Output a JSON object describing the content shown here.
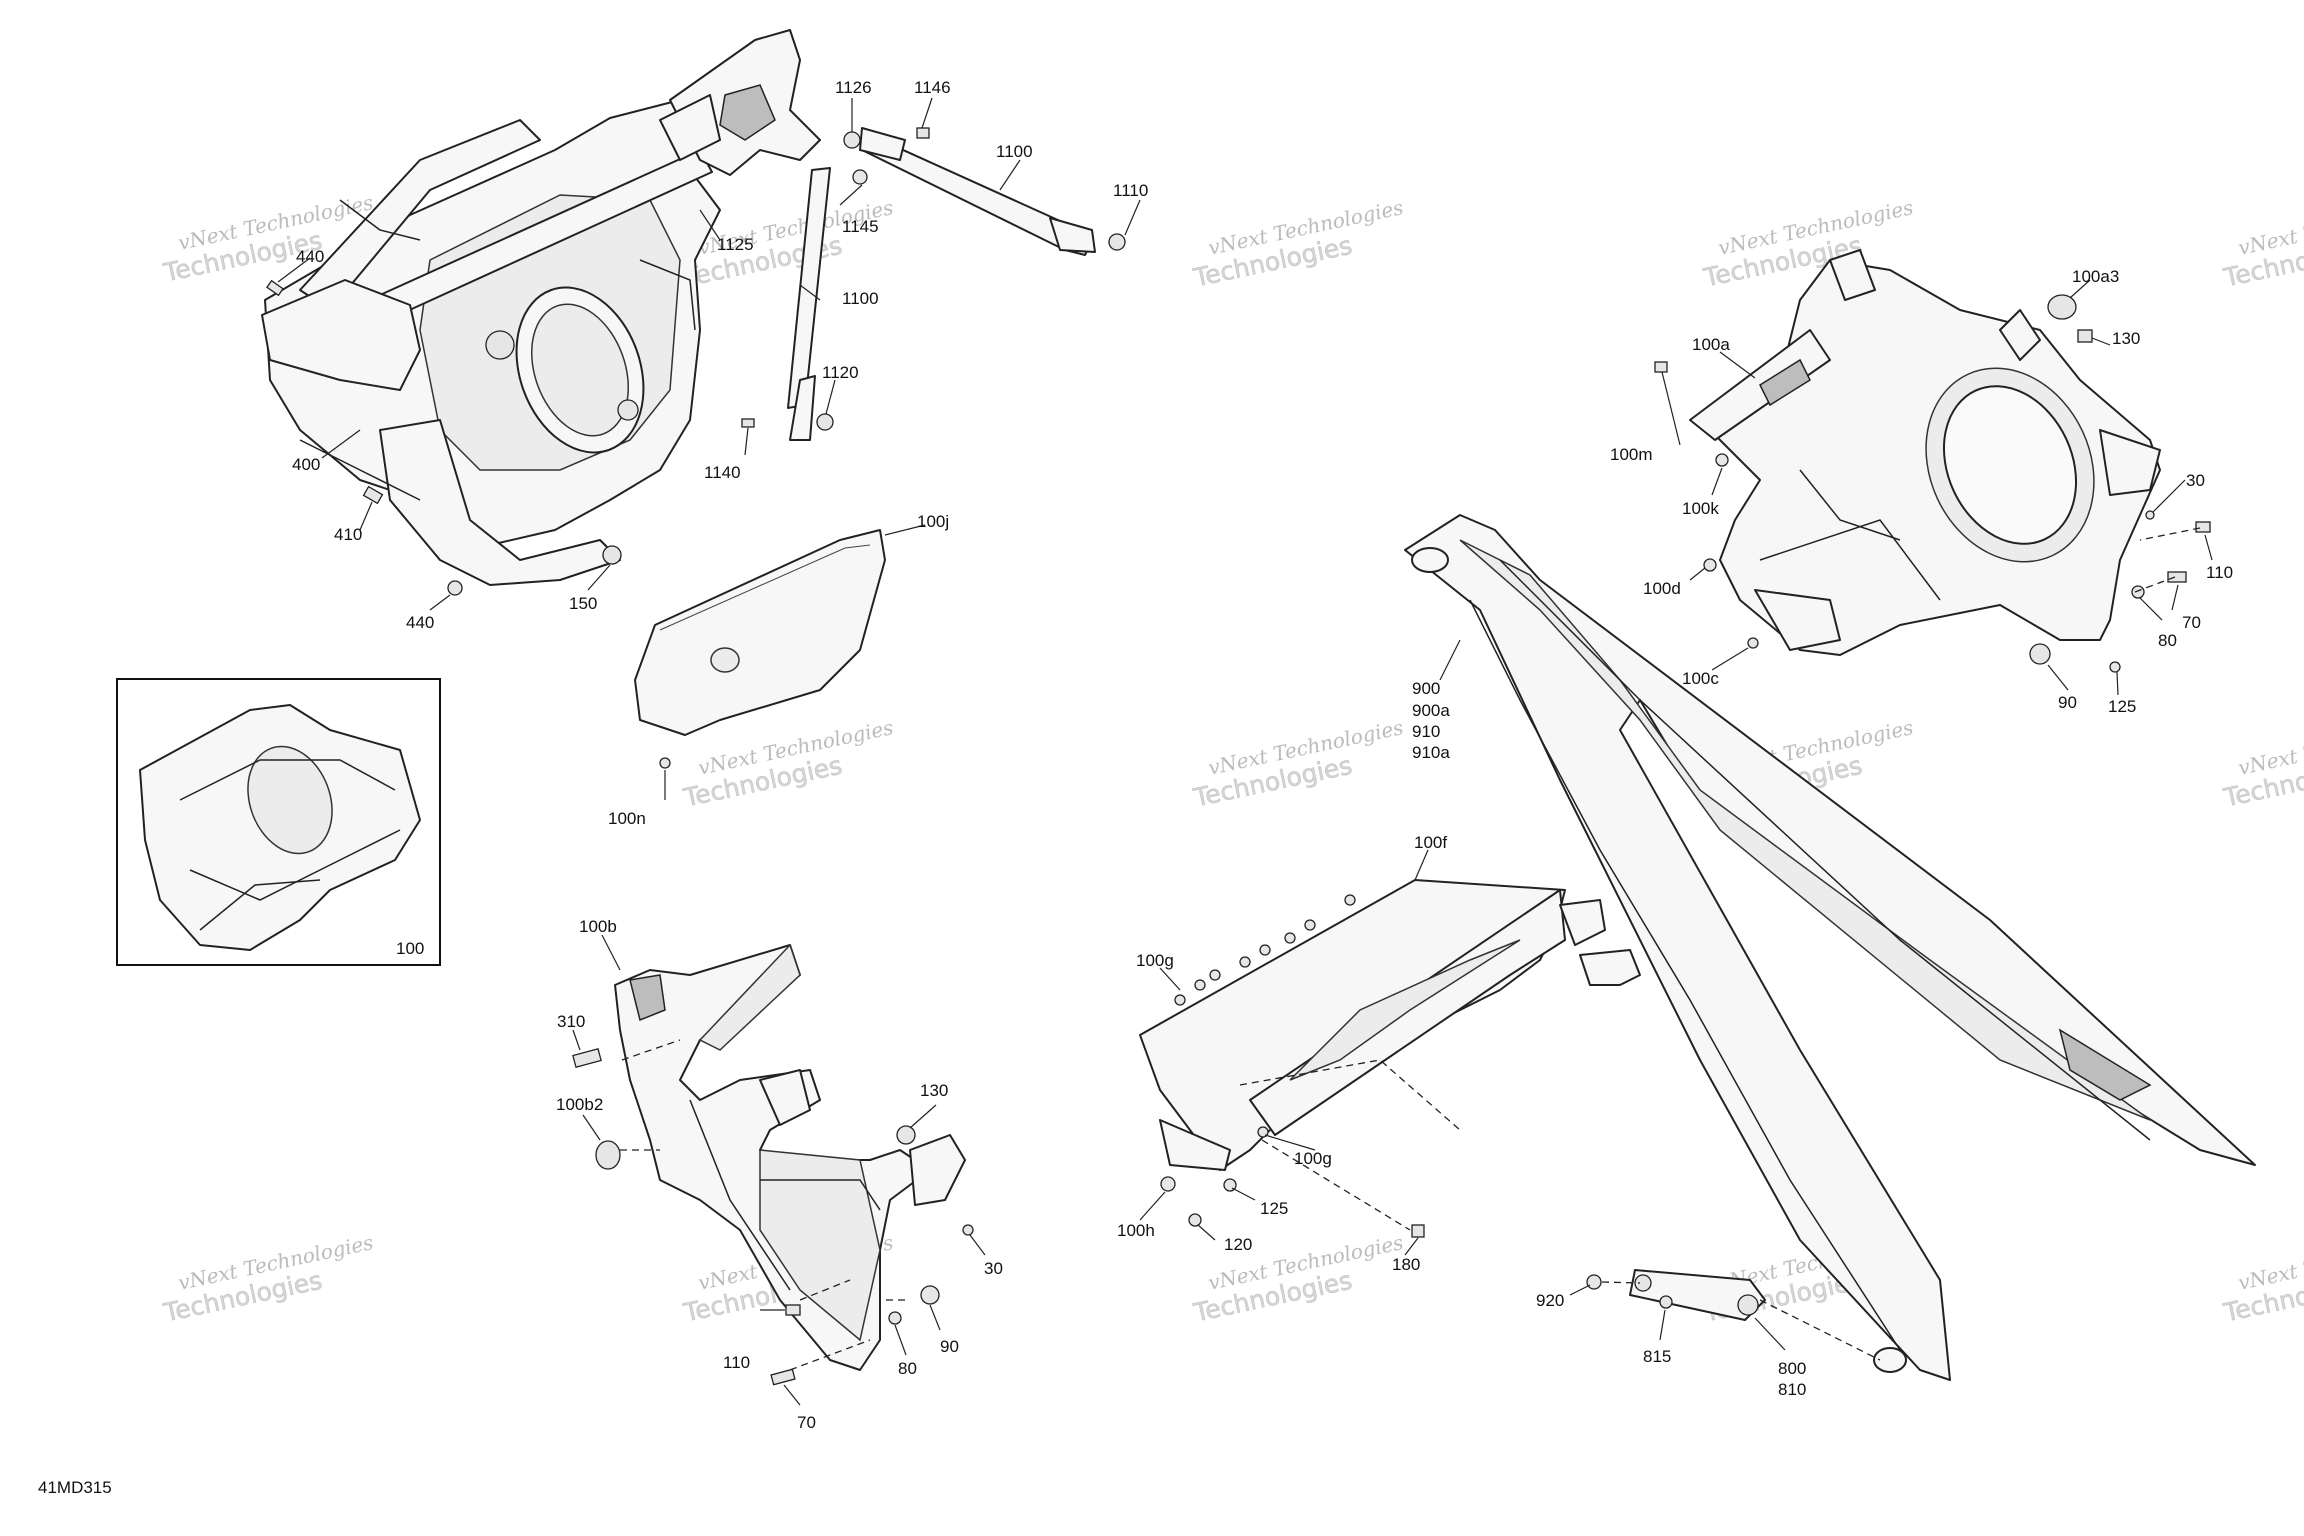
{
  "diagram": {
    "reference_code": "41MD315",
    "watermark": {
      "line1": "vNext Technologies",
      "line2": "Technologies"
    },
    "inset_label": "100"
  },
  "callouts": [
    {
      "id": "c1126",
      "label": "1126"
    },
    {
      "id": "c1146",
      "label": "1146"
    },
    {
      "id": "c1100a",
      "label": "1100"
    },
    {
      "id": "c1110",
      "label": "1110"
    },
    {
      "id": "c440a",
      "label": "440"
    },
    {
      "id": "c1125",
      "label": "1125"
    },
    {
      "id": "c1145",
      "label": "1145"
    },
    {
      "id": "c1100b",
      "label": "1100"
    },
    {
      "id": "c1120",
      "label": "1120"
    },
    {
      "id": "c1140",
      "label": "1140"
    },
    {
      "id": "c400",
      "label": "400"
    },
    {
      "id": "c410",
      "label": "410"
    },
    {
      "id": "c150",
      "label": "150"
    },
    {
      "id": "c440b",
      "label": "440"
    },
    {
      "id": "c100j",
      "label": "100j"
    },
    {
      "id": "c100n",
      "label": "100n"
    },
    {
      "id": "c100a3",
      "label": "100a3"
    },
    {
      "id": "c100a",
      "label": "100a"
    },
    {
      "id": "c130a",
      "label": "130"
    },
    {
      "id": "c100m",
      "label": "100m"
    },
    {
      "id": "c100k",
      "label": "100k"
    },
    {
      "id": "c30a",
      "label": "30"
    },
    {
      "id": "c110a",
      "label": "110"
    },
    {
      "id": "c100d",
      "label": "100d"
    },
    {
      "id": "c80a",
      "label": "80"
    },
    {
      "id": "c70a",
      "label": "70"
    },
    {
      "id": "c100c",
      "label": "100c"
    },
    {
      "id": "c90a",
      "label": "90"
    },
    {
      "id": "c125a",
      "label": "125"
    },
    {
      "id": "c900",
      "label": "900"
    },
    {
      "id": "c900a",
      "label": "900a"
    },
    {
      "id": "c910",
      "label": "910"
    },
    {
      "id": "c910a",
      "label": "910a"
    },
    {
      "id": "c100f",
      "label": "100f"
    },
    {
      "id": "c100g1",
      "label": "100g"
    },
    {
      "id": "c100g2",
      "label": "100g"
    },
    {
      "id": "c125b",
      "label": "125"
    },
    {
      "id": "c100h",
      "label": "100h"
    },
    {
      "id": "c120",
      "label": "120"
    },
    {
      "id": "c180",
      "label": "180"
    },
    {
      "id": "c920",
      "label": "920"
    },
    {
      "id": "c815",
      "label": "815"
    },
    {
      "id": "c800",
      "label": "800"
    },
    {
      "id": "c810",
      "label": "810"
    },
    {
      "id": "c100b",
      "label": "100b"
    },
    {
      "id": "c310",
      "label": "310"
    },
    {
      "id": "c100b2",
      "label": "100b2"
    },
    {
      "id": "c130b",
      "label": "130"
    },
    {
      "id": "c30b",
      "label": "30"
    },
    {
      "id": "c110b",
      "label": "110"
    },
    {
      "id": "c90b",
      "label": "90"
    },
    {
      "id": "c80b",
      "label": "80"
    },
    {
      "id": "c70b",
      "label": "70"
    }
  ]
}
